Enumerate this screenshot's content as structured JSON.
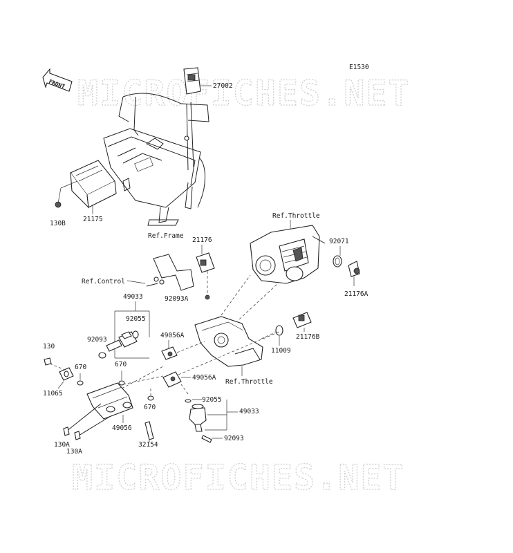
{
  "diagram_code": "E1530",
  "front_label": "FRONT",
  "watermarks": [
    "MICROFICHES.NET",
    "MICROFICHES.NET"
  ],
  "labels": {
    "p27002": "27002",
    "p130B": "130B",
    "p21175": "21175",
    "ref_frame": "Ref.Frame",
    "ref_throttle_top": "Ref.Throttle",
    "p92071": "92071",
    "p21176": "21176",
    "ref_control": "Ref.Control",
    "p92093A": "92093A",
    "p21176A": "21176A",
    "p49033_top": "49033",
    "p92055_top": "92055",
    "p92093_top": "92093",
    "p49056A_a": "49056A",
    "p21176B": "21176B",
    "p11009": "11009",
    "p130": "130",
    "p670_a": "670",
    "p670_b": "670",
    "p11065": "11065",
    "p49056A_b": "49056A",
    "ref_throttle_bottom": "Ref.Throttle",
    "p92055_bottom": "92055",
    "p49033_bottom": "49033",
    "p670_c": "670",
    "p49056": "49056",
    "p130A_a": "130A",
    "p130A_b": "130A",
    "p32154": "32154",
    "p92093_bottom": "92093"
  }
}
